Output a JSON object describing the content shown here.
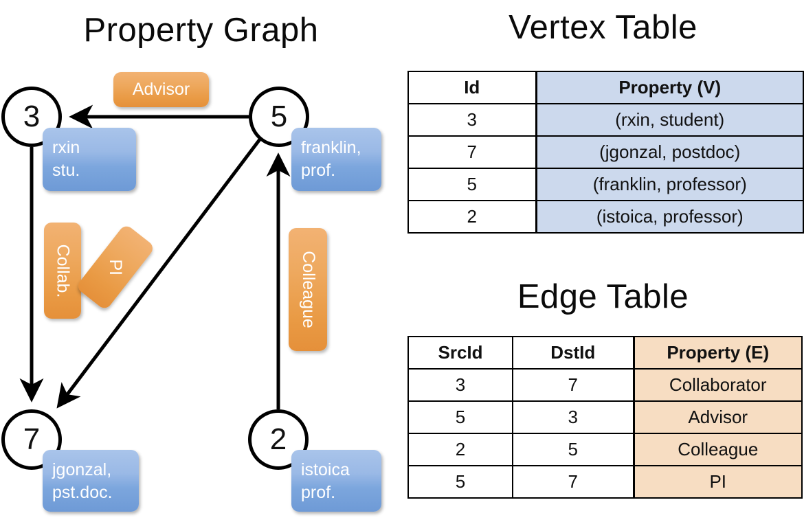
{
  "titles": {
    "property_graph": "Property Graph",
    "vertex_table": "Vertex Table",
    "edge_table": "Edge Table"
  },
  "graph": {
    "nodes": [
      {
        "id": "3",
        "property": "rxin\nstu."
      },
      {
        "id": "5",
        "property": "franklin,\nprof."
      },
      {
        "id": "7",
        "property": "jgonzal,\npst.doc."
      },
      {
        "id": "2",
        "property": "istoica\nprof."
      }
    ],
    "node_labels": {
      "n3": "3",
      "n5": "5",
      "n7": "7",
      "n2": "2"
    },
    "property_labels": {
      "rxin_line1": "rxin",
      "rxin_line2": "stu.",
      "franklin_line1": "franklin,",
      "franklin_line2": "prof.",
      "jgonzal_line1": "jgonzal,",
      "jgonzal_line2": "pst.doc.",
      "istoica_line1": "istoica",
      "istoica_line2": "prof."
    },
    "edge_labels": {
      "advisor": "Advisor",
      "collab": "Collab.",
      "pi": "PI",
      "colleague": "Colleague"
    },
    "edges": [
      {
        "src": "5",
        "dst": "3",
        "label": "Advisor"
      },
      {
        "src": "3",
        "dst": "7",
        "label": "Collab."
      },
      {
        "src": "5",
        "dst": "7",
        "label": "PI"
      },
      {
        "src": "2",
        "dst": "5",
        "label": "Colleague"
      }
    ]
  },
  "vertex_table": {
    "headers": [
      "Id",
      "Property (V)"
    ],
    "rows": [
      {
        "id": "3",
        "property": "(rxin, student)"
      },
      {
        "id": "7",
        "property": "(jgonzal, postdoc)"
      },
      {
        "id": "5",
        "property": "(franklin, professor)"
      },
      {
        "id": "2",
        "property": "(istoica, professor)"
      }
    ]
  },
  "edge_table": {
    "headers": [
      "SrcId",
      "DstId",
      "Property (E)"
    ],
    "rows": [
      {
        "src": "3",
        "dst": "7",
        "property": "Collaborator"
      },
      {
        "src": "5",
        "dst": "3",
        "property": "Advisor"
      },
      {
        "src": "2",
        "dst": "5",
        "property": "Colleague"
      },
      {
        "src": "5",
        "dst": "7",
        "property": "PI"
      }
    ]
  },
  "colors": {
    "vertex_property_fill": "#ccd9ed",
    "edge_property_fill": "#f7ddc2",
    "node_box_blue": "#7ca6dd",
    "edge_box_orange": "#e99a44",
    "stroke": "#000000",
    "background": "#ffffff"
  }
}
